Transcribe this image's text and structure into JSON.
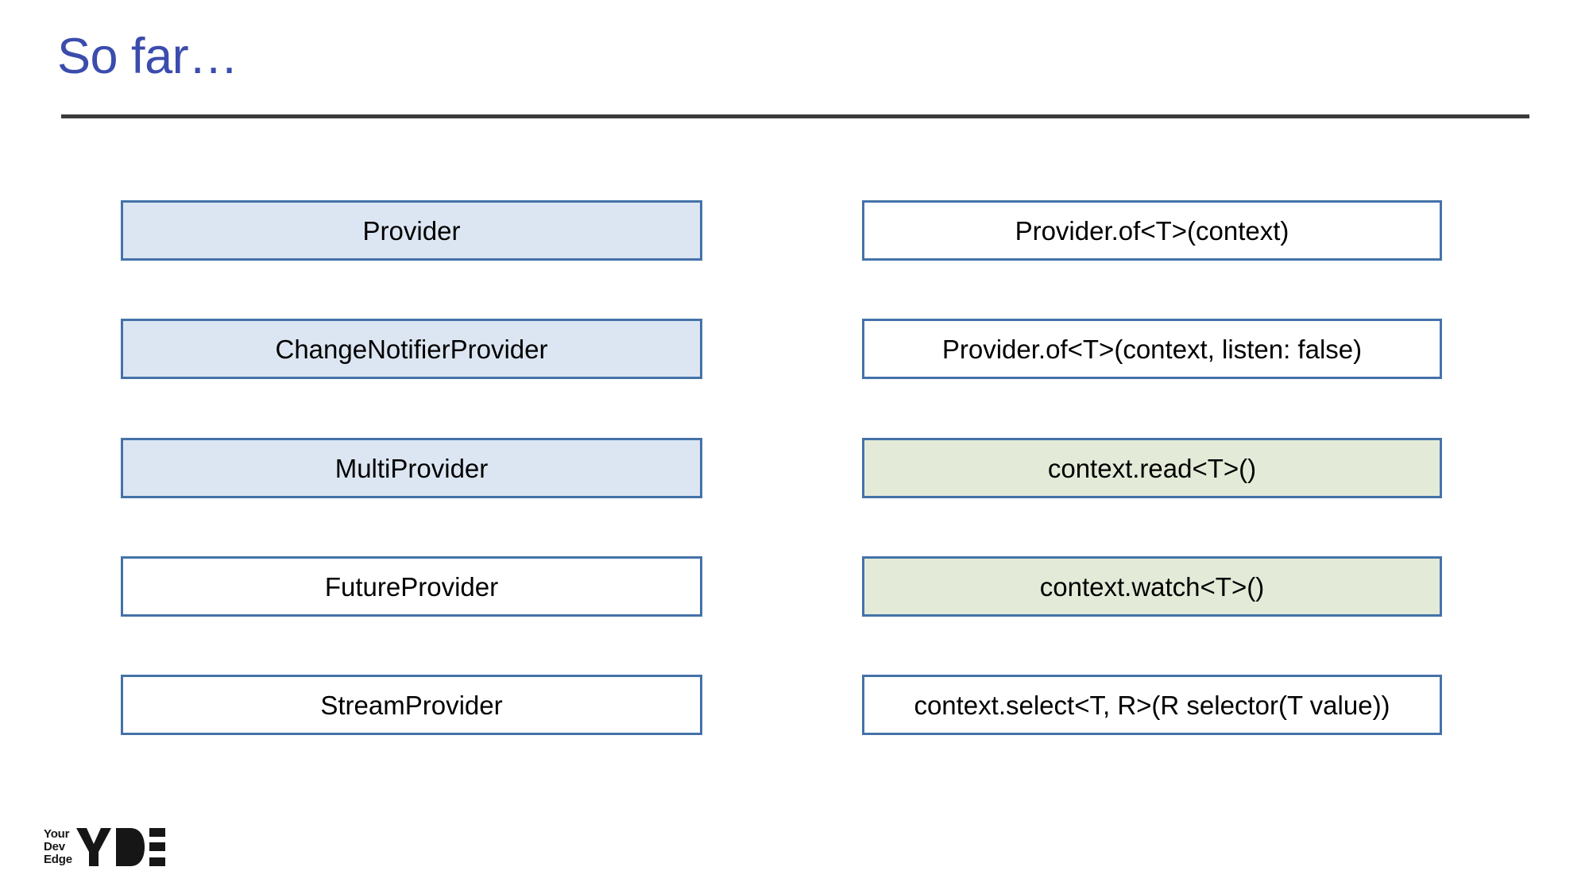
{
  "slide": {
    "title": "So far…",
    "accent_color": "#3b4cad",
    "rule_color": "#3a3a3a",
    "box_border_color": "#4472a8",
    "fill_blue": "#dce6f2",
    "fill_green": "#e3ebd8",
    "fill_white": "#ffffff"
  },
  "rows": [
    {
      "left": {
        "label": "Provider",
        "fill": "blue"
      },
      "right": {
        "label": "Provider.of<T>(context)",
        "fill": "white"
      }
    },
    {
      "left": {
        "label": "ChangeNotifierProvider",
        "fill": "blue"
      },
      "right": {
        "label": "Provider.of<T>(context, listen: false)",
        "fill": "white"
      }
    },
    {
      "left": {
        "label": "MultiProvider",
        "fill": "blue"
      },
      "right": {
        "label": "context.read<T>()",
        "fill": "green"
      }
    },
    {
      "left": {
        "label": "FutureProvider",
        "fill": "white"
      },
      "right": {
        "label": "context.watch<T>()",
        "fill": "green"
      }
    },
    {
      "left": {
        "label": "StreamProvider",
        "fill": "white"
      },
      "right": {
        "label": "context.select<T, R>(R selector(T value))",
        "fill": "white"
      }
    }
  ],
  "logo": {
    "line1": "Your",
    "line2": "Dev",
    "line3": "Edge",
    "mark": "YDE"
  }
}
